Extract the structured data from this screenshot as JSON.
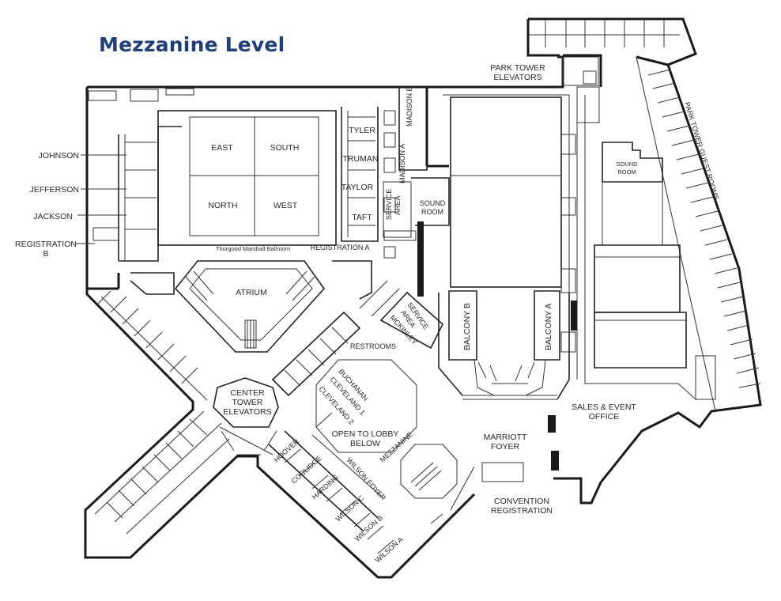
{
  "title": "Mezzanine Level",
  "labels": {
    "park_tower_elevators_1": "PARK TOWER",
    "park_tower_elevators_2": "ELEVATORS",
    "park_tower_guest_rooms": "PARK TOWER GUEST ROOMS",
    "johnson": "JOHNSON",
    "jefferson": "JEFFERSON",
    "jackson": "JACKSON",
    "registration_b_1": "REGISTRATION",
    "registration_b_2": "B",
    "east": "EAST",
    "south": "SOUTH",
    "north": "NORTH",
    "west": "WEST",
    "ballroom": "Thurgood Marshall Ballroom",
    "registration_a": "REGISTRATION A",
    "tyler": "TYLER",
    "truman": "TRUMAN",
    "taylor": "TAYLOR",
    "taft": "TAFT",
    "madison_a": "MADISON A",
    "madison_b": "MADISON B",
    "service_area_1": "SERVICE",
    "service_area_2": "AREA",
    "sound_room_1": "SOUND",
    "sound_room_2": "ROOM",
    "sound_room_east_1": "SOUND",
    "sound_room_east_2": "ROOM",
    "atrium": "ATRIUM",
    "service_area_2a": "SERVICE",
    "service_area_2b": "AREA",
    "mckinley": "MCKINLEY",
    "restrooms": "RESTROOMS",
    "balcony_b": "BALCONY B",
    "balcony_a": "BALCONY A",
    "buchanan": "BUCHANAN",
    "cleveland_1": "CLEVELAND 1",
    "cleveland_2": "CLEVELAND 2",
    "center_tower_1": "CENTER",
    "center_tower_2": "TOWER",
    "center_tower_3": "ELEVATORS",
    "open_lobby_1": "OPEN TO LOBBY",
    "open_lobby_2": "BELOW",
    "mezzanine": "MEZZANINE",
    "marriott_foyer_1": "MARRIOTT",
    "marriott_foyer_2": "FOYER",
    "sales_event_1": "SALES & EVENT",
    "sales_event_2": "OFFICE",
    "convention_reg_1": "CONVENTION",
    "convention_reg_2": "REGISTRATION",
    "hoover": "HOOVER",
    "coolidge": "COOLIDGE",
    "harding": "HARDING",
    "wilson_foyer": "WILSON FOYER",
    "wilson_c": "WILSON C",
    "wilson_b": "WILSON B",
    "wilson_a": "WILSON A"
  }
}
